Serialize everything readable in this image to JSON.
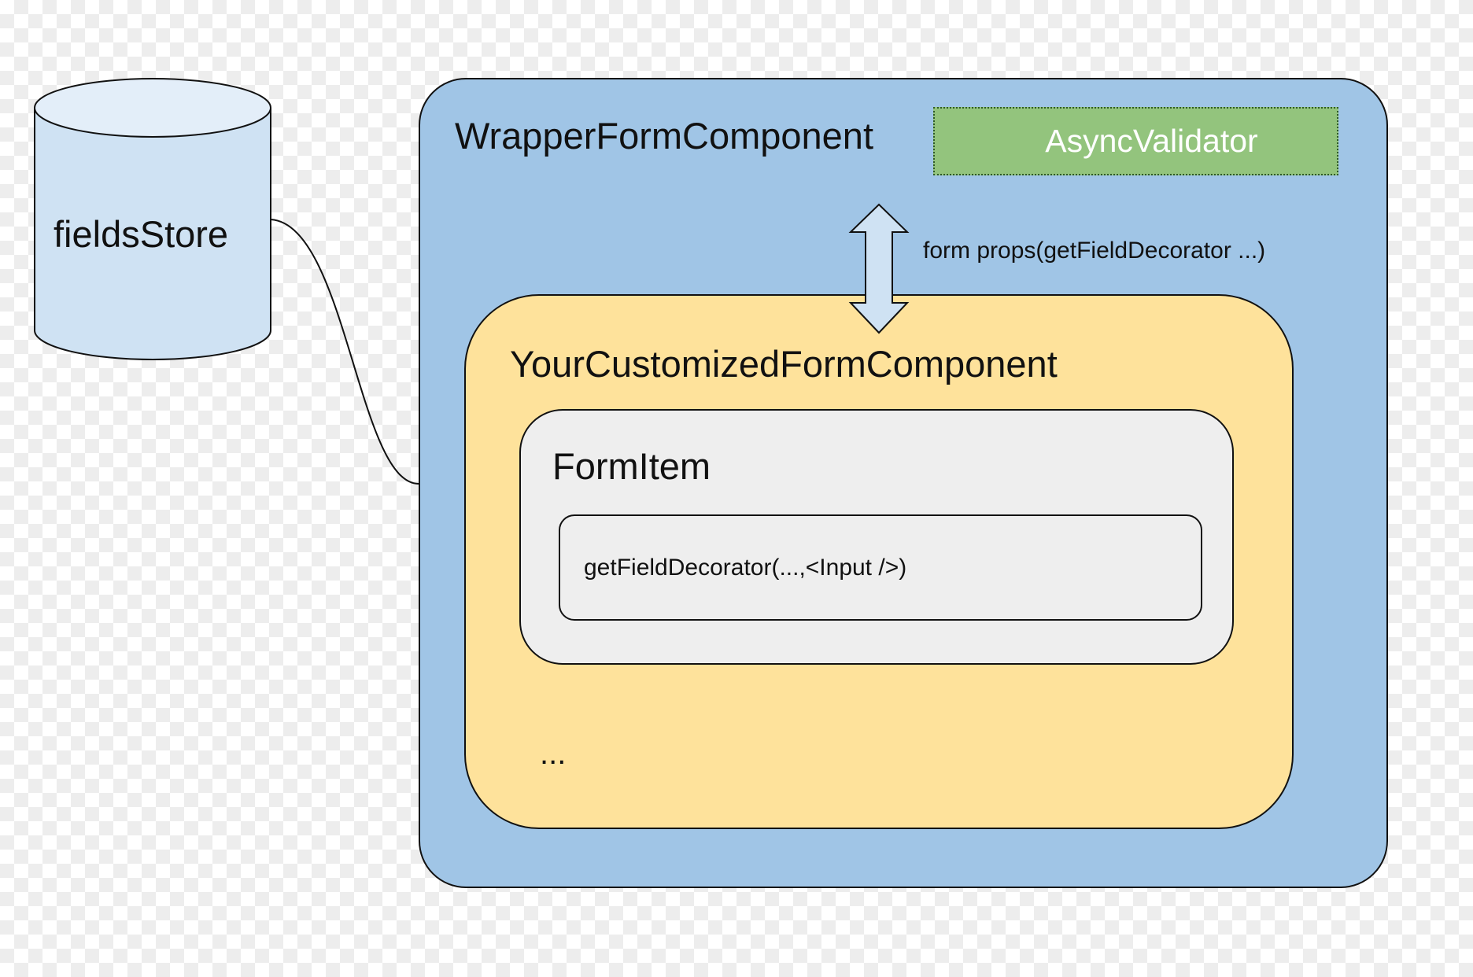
{
  "diagram": {
    "store_label": "fieldsStore",
    "wrapper_title": "WrapperFormComponent",
    "validator_label": "AsyncValidator",
    "props_label": "form props(getFieldDecorator ...)",
    "custom_title": "YourCustomizedFormComponent",
    "form_item_title": "FormItem",
    "decorator_text": "getFieldDecorator(...,<Input />)",
    "ellipsis": "..."
  },
  "colors": {
    "wrapper_fill": "#a0c5e6",
    "validator_fill": "#93c47d",
    "custom_fill": "#fee29b",
    "form_item_fill": "#eeeeee",
    "store_fill": "#cfe2f3",
    "arrow_fill": "#cfe2f3"
  }
}
